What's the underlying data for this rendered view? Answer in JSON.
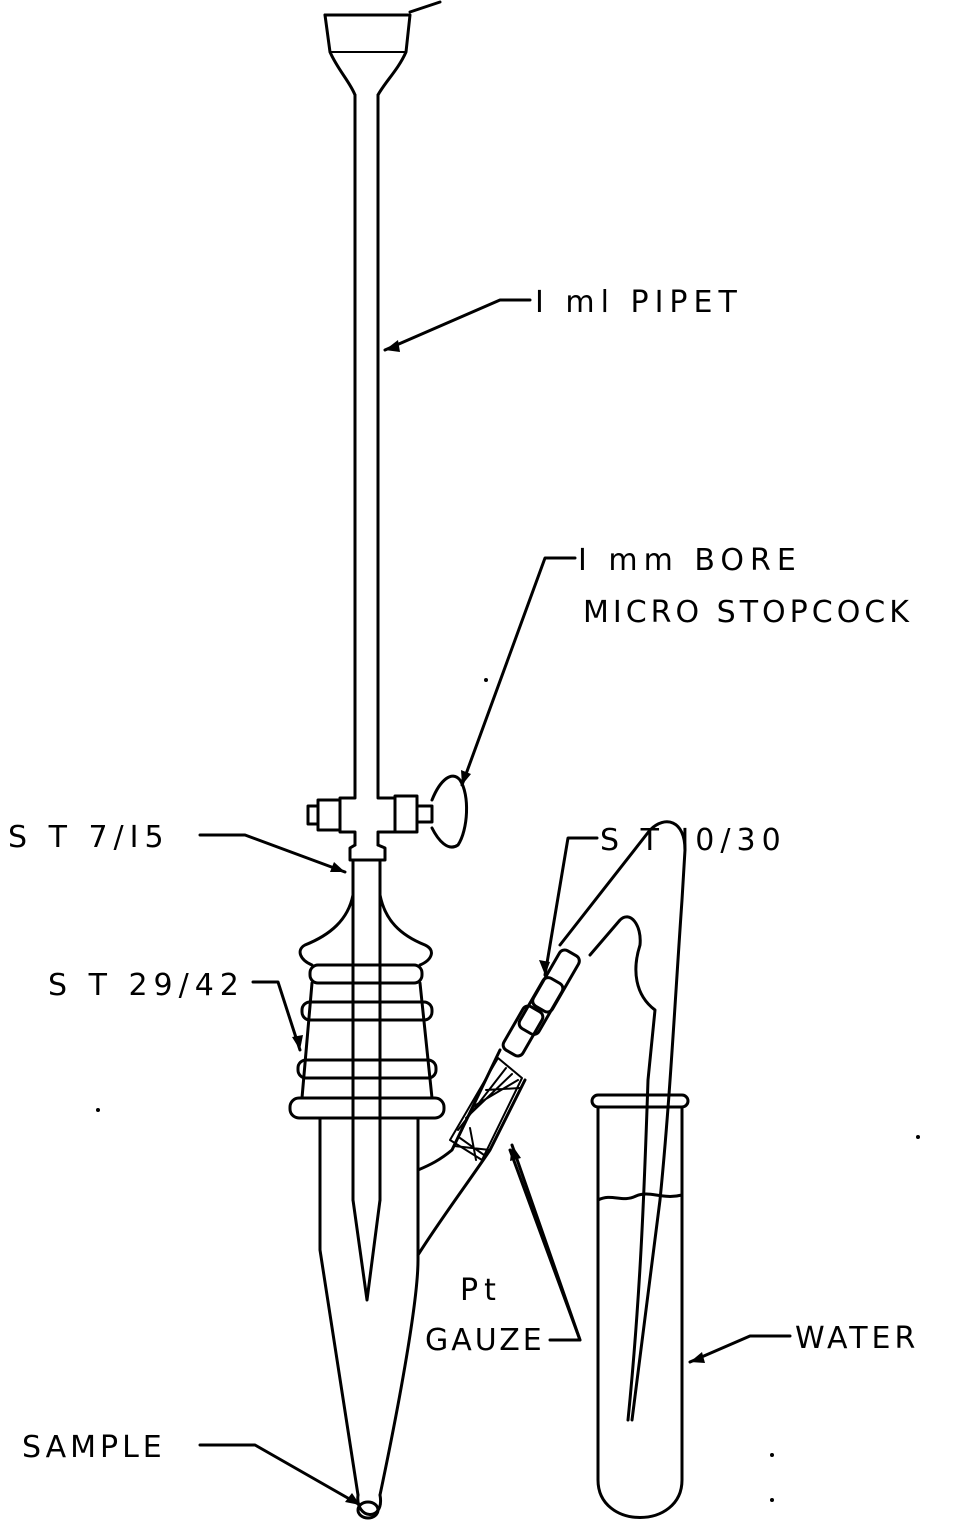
{
  "labels": {
    "pipet": "I ml  PIPET",
    "bore_line1": "I mm   BORE",
    "bore_line2": "MICRO  STOPCOCK",
    "st_10_30": "S T  I0/30",
    "st_7_15": "S T  7/I5",
    "st_29_42": "S T  29/42",
    "pt": "Pt",
    "gauze": "GAUZE",
    "water": "WATER",
    "sample": "SAMPLE"
  },
  "colors": {
    "ink": "#000000",
    "background": "#ffffff"
  }
}
